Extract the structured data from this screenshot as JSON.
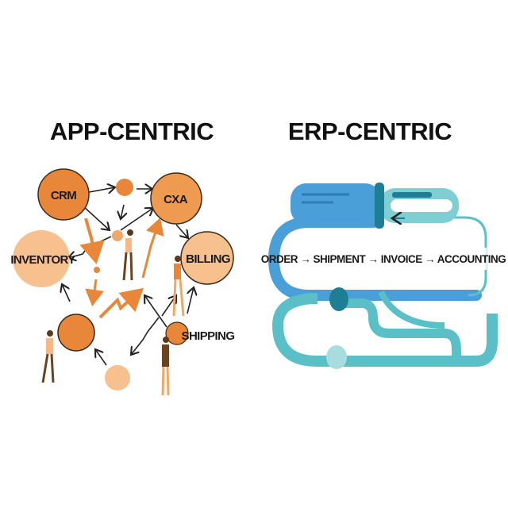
{
  "left": {
    "title": "APP-CENTRIC",
    "nodes": {
      "crm": "CRM",
      "cxa": "CXA",
      "inventory": "INVENTORY",
      "billing": "BILLING",
      "shipping": "SHIPPING"
    }
  },
  "right": {
    "title": "ERP-CENTRIC",
    "flow": "ORDER → SHIPMENT → INVOICE → ACCOUNTING"
  },
  "colors": {
    "orange": "#E8873A",
    "light_orange": "#F6C08F",
    "blue": "#4A9FD8",
    "teal": "#5BBFC8",
    "dark_teal": "#1E7E95"
  }
}
